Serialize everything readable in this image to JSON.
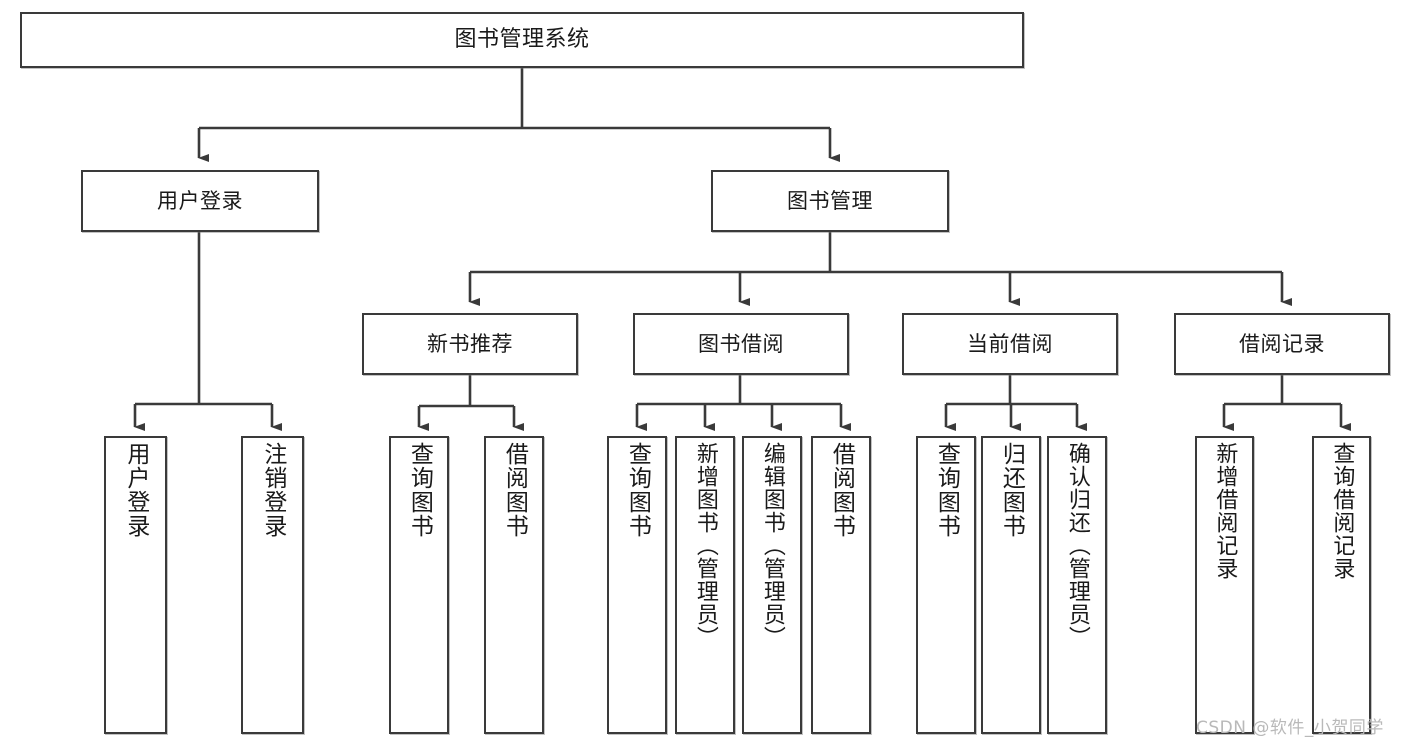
{
  "diagram": {
    "title": "图书管理系统",
    "type": "hierarchy-tree",
    "root": {
      "label": "图书管理系统"
    },
    "level1": [
      {
        "label": "用户登录"
      },
      {
        "label": "图书管理"
      }
    ],
    "level2": [
      {
        "label": "新书推荐",
        "parent": "图书管理"
      },
      {
        "label": "图书借阅",
        "parent": "图书管理"
      },
      {
        "label": "当前借阅",
        "parent": "图书管理"
      },
      {
        "label": "借阅记录",
        "parent": "图书管理"
      }
    ],
    "leaves": {
      "user_login": [
        {
          "label": "用户登录"
        },
        {
          "label": "注销登录"
        }
      ],
      "new_book_recommend": [
        {
          "label": "查询图书"
        },
        {
          "label": "借阅图书"
        }
      ],
      "book_borrow": [
        {
          "label": "查询图书"
        },
        {
          "label": "新增图书（管理员）"
        },
        {
          "label": "编辑图书（管理员）"
        },
        {
          "label": "借阅图书"
        }
      ],
      "current_borrow": [
        {
          "label": "查询图书"
        },
        {
          "label": "归还图书"
        },
        {
          "label": "确认归还（管理员）"
        }
      ],
      "borrow_record": [
        {
          "label": "新增借阅记录"
        },
        {
          "label": "查询借阅记录"
        }
      ]
    }
  },
  "watermark": {
    "text": "CSDN @软件_小贺同学"
  },
  "colors": {
    "border": "#3a3a3a",
    "background": "#ffffff",
    "text": "#1a1a1a",
    "watermark": "#b9b9b9"
  }
}
